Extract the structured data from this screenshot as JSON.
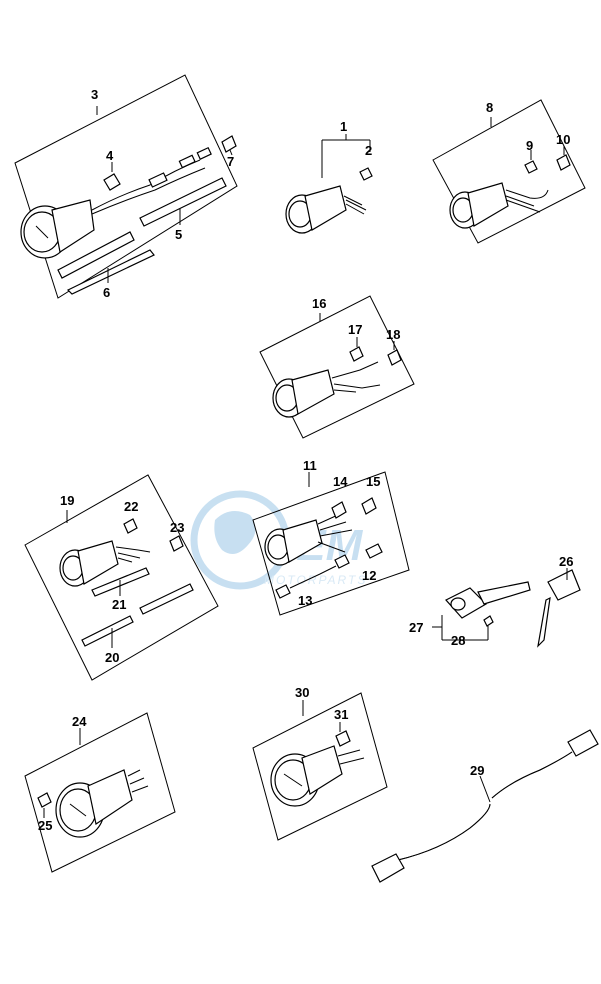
{
  "watermark": {
    "brand": "OEM",
    "sub": "MOTORPARTS"
  },
  "callouts": [
    {
      "id": "3",
      "text": "3"
    },
    {
      "id": "4",
      "text": "4"
    },
    {
      "id": "7",
      "text": "7"
    },
    {
      "id": "5",
      "text": "5"
    },
    {
      "id": "6",
      "text": "6"
    },
    {
      "id": "1",
      "text": "1"
    },
    {
      "id": "2",
      "text": "2"
    },
    {
      "id": "8",
      "text": "8"
    },
    {
      "id": "9",
      "text": "9"
    },
    {
      "id": "10",
      "text": "10"
    },
    {
      "id": "16",
      "text": "16"
    },
    {
      "id": "17",
      "text": "17"
    },
    {
      "id": "18",
      "text": "18"
    },
    {
      "id": "11",
      "text": "11"
    },
    {
      "id": "14",
      "text": "14"
    },
    {
      "id": "15",
      "text": "15"
    },
    {
      "id": "12",
      "text": "12"
    },
    {
      "id": "13",
      "text": "13"
    },
    {
      "id": "19",
      "text": "19"
    },
    {
      "id": "22",
      "text": "22"
    },
    {
      "id": "23",
      "text": "23"
    },
    {
      "id": "21",
      "text": "21"
    },
    {
      "id": "20",
      "text": "20"
    },
    {
      "id": "26",
      "text": "26"
    },
    {
      "id": "27",
      "text": "27"
    },
    {
      "id": "28",
      "text": "28"
    },
    {
      "id": "24",
      "text": "24"
    },
    {
      "id": "25",
      "text": "25"
    },
    {
      "id": "30",
      "text": "30"
    },
    {
      "id": "31",
      "text": "31"
    },
    {
      "id": "29",
      "text": "29"
    }
  ]
}
